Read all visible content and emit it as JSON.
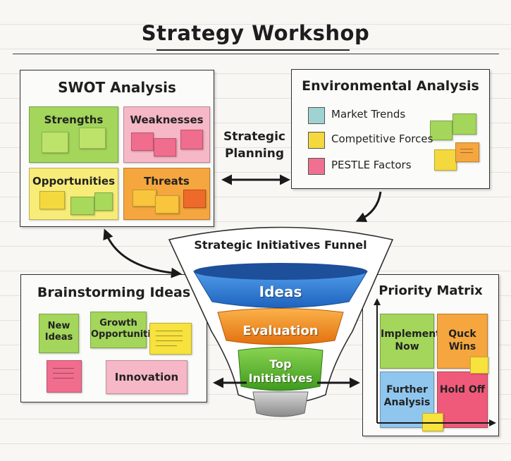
{
  "title": "Strategy Workshop",
  "swot": {
    "title": "SWOT Analysis",
    "quadrants": {
      "strengths": "Strengths",
      "weaknesses": "Weaknesses",
      "opportunities": "Opportunities",
      "threats": "Threats"
    }
  },
  "strategic_planning": {
    "line1": "Strategic",
    "line2": "Planning"
  },
  "environmental": {
    "title": "Environmental Analysis",
    "items": [
      "Market Trends",
      "Competitive Forces",
      "PESTLE Factors"
    ]
  },
  "funnel": {
    "title": "Strategic Initiatives Funnel",
    "stages": [
      "Ideas",
      "Evaluation",
      "Top Initiatives"
    ]
  },
  "brainstorming": {
    "title": "Brainstorming Ideas",
    "notes": {
      "new_ideas": "New Ideas",
      "growth": "Growth Opportunities",
      "innovation": "Innovation"
    }
  },
  "priority_matrix": {
    "title": "Priority Matrix",
    "cells": {
      "implement_now": "Implement Now",
      "quick_wins": "Quck Wins",
      "further_analysis": "Further Analysis",
      "hold_off": "Hold Off"
    }
  },
  "colors": {
    "green": "#8dcf4e",
    "pink": "#f2a7bd",
    "yellow": "#f7e86b",
    "orange": "#f5a640",
    "teal": "#9fd3d2",
    "blue_stage": "#2f7fd6",
    "orange_stage": "#f08a1c",
    "green_stage": "#59b52e"
  }
}
